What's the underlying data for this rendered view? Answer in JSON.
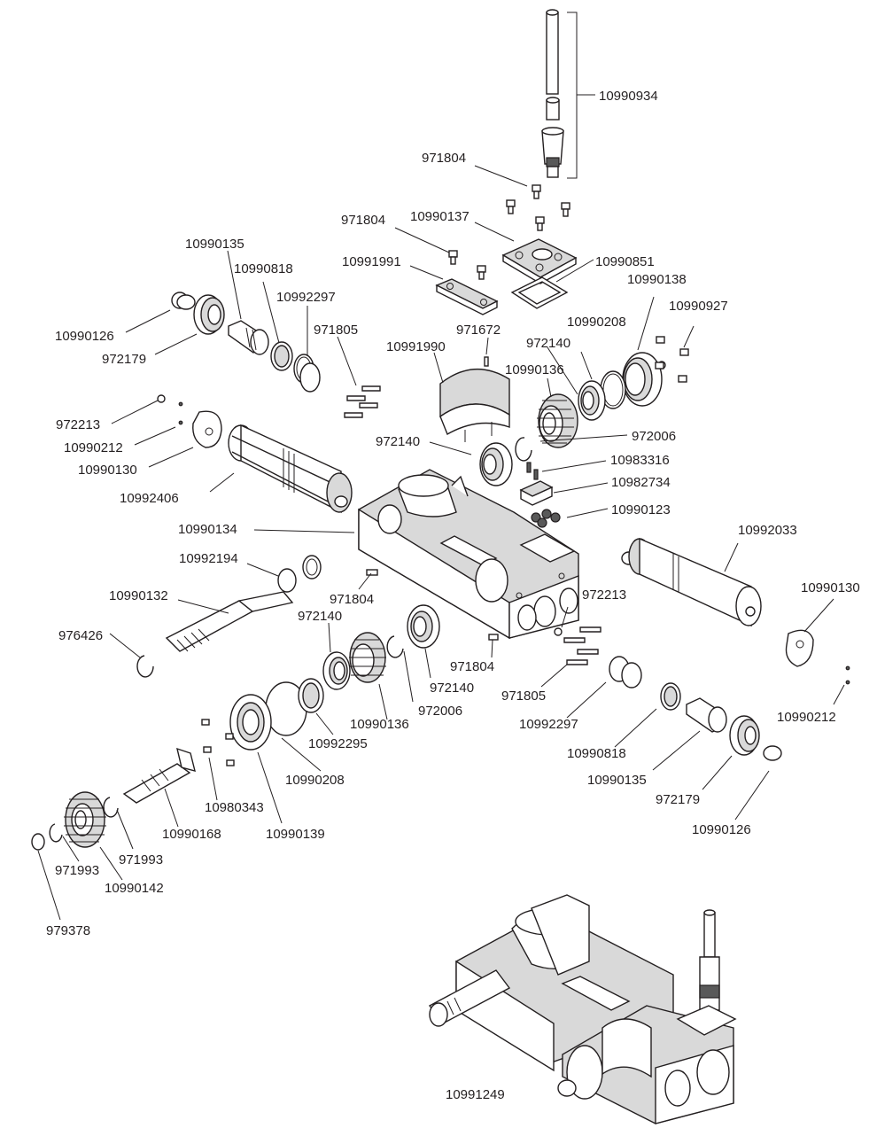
{
  "labels": {
    "p10990934": "10990934",
    "p971804_a": "971804",
    "p971804_b": "971804",
    "p971804_c": "971804",
    "p971804_d": "971804",
    "p10990137": "10990137",
    "p10991991": "10991991",
    "p10990851": "10990851",
    "p10990138": "10990138",
    "p10990927": "10990927",
    "p10990135_a": "10990135",
    "p10990135_b": "10990135",
    "p10990818_a": "10990818",
    "p10990818_b": "10990818",
    "p10992297_a": "10992297",
    "p10992297_b": "10992297",
    "p10990126_a": "10990126",
    "p10990126_b": "10990126",
    "p972179_a": "972179",
    "p972179_b": "972179",
    "p971805_a": "971805",
    "p971805_b": "971805",
    "p971672": "971672",
    "p10991990": "10991990",
    "p10990208_a": "10990208",
    "p10990208_b": "10990208",
    "p972140_a": "972140",
    "p972140_b": "972140",
    "p972140_c": "972140",
    "p972140_d": "972140",
    "p10990136_a": "10990136",
    "p10990136_b": "10990136",
    "p972006_a": "972006",
    "p972006_b": "972006",
    "p972213_a": "972213",
    "p972213_b": "972213",
    "p10990212_a": "10990212",
    "p10990212_b": "10990212",
    "p10990130_a": "10990130",
    "p10990130_b": "10990130",
    "p10983316": "10983316",
    "p10982734": "10982734",
    "p10992406": "10992406",
    "p10990123": "10990123",
    "p10990134": "10990134",
    "p10992033": "10992033",
    "p10992194": "10992194",
    "p10990132": "10990132",
    "p976426": "976426",
    "p10992295": "10992295",
    "p10990139": "10990139",
    "p10980343": "10980343",
    "p10990168": "10990168",
    "p971993_a": "971993",
    "p971993_b": "971993",
    "p10990142": "10990142",
    "p979378": "979378",
    "p10991249": "10991249"
  }
}
